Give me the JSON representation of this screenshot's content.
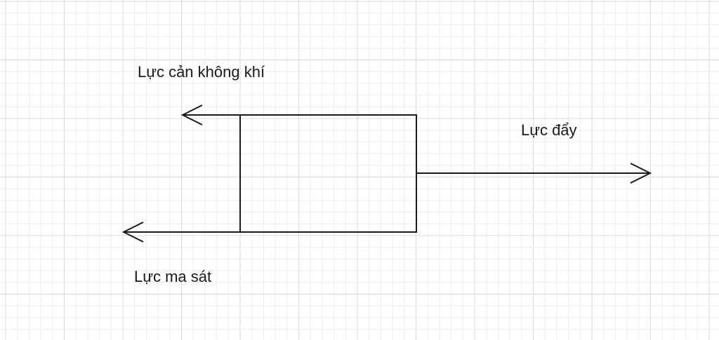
{
  "diagram": {
    "labels": {
      "air_resistance": "Lực cản không khí",
      "push_force": "Lực đẩy",
      "friction": "Lực ma sát"
    },
    "colors": {
      "background": "#ffffff",
      "grid_minor": "#ececec",
      "grid_major": "#d9d9d9",
      "stroke": "#1a1a1a"
    }
  }
}
